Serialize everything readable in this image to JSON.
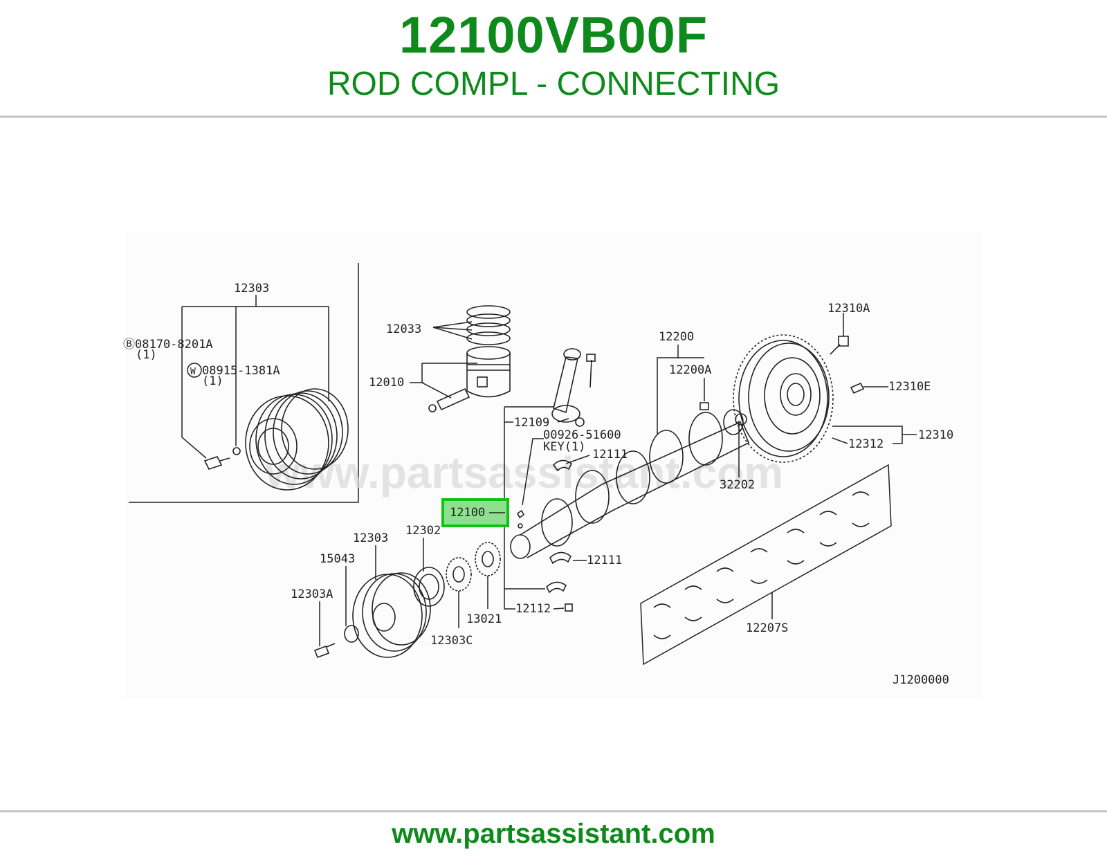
{
  "header": {
    "part_number": "12100VB00F",
    "description": "ROD COMPL - CONNECTING"
  },
  "diagram": {
    "watermark": "www.partsassistant.com",
    "highlighted_callout": "12100",
    "drawing_code": "J1200000",
    "callouts": {
      "c12303_inset": "12303",
      "c08170": "08170-8201A",
      "c08170_qty": "(1)",
      "c08915": "08915-1381A",
      "c08915_qty": "(1)",
      "washer_mark": "W",
      "c12033": "12033",
      "c12010": "12010",
      "c12109": "12109",
      "c00926": "00926-51600",
      "c00926_key": "KEY(1)",
      "c12111_top": "12111",
      "c12200": "12200",
      "c12200A": "12200A",
      "c12310A": "12310A",
      "c12310E": "12310E",
      "c12310": "12310",
      "c12312": "12312",
      "c32202": "32202",
      "c12302": "12302",
      "c12303": "12303",
      "c15043": "15043",
      "c12303A": "12303A",
      "c12303C": "12303C",
      "c13021": "13021",
      "c12111_bot": "12111",
      "c12112": "12112",
      "c12207S": "12207S"
    }
  },
  "footer": {
    "url": "www.partsassistant.com"
  },
  "colors": {
    "brand_green": "#0e8a1c",
    "highlight_fill": "#8ee08e",
    "highlight_border": "#11c311"
  }
}
